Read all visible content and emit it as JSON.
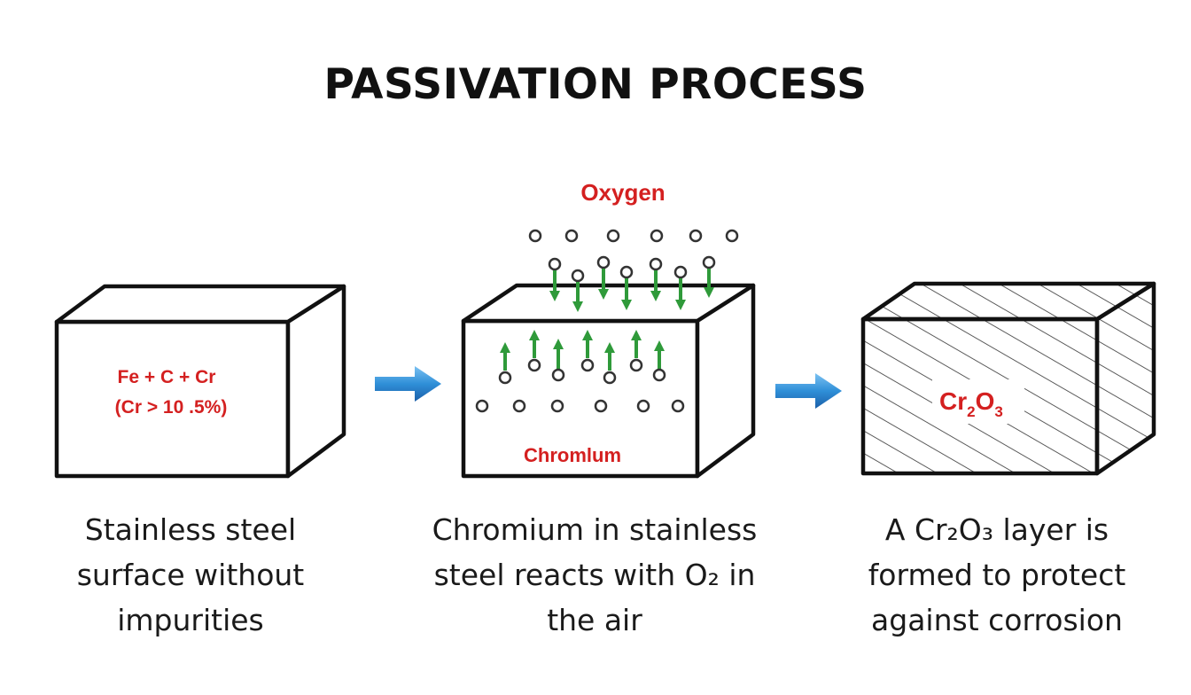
{
  "title": "PASSIVATION PROCESS",
  "colors": {
    "label_red": "#d42020",
    "arrow_blue": "#2f8fd8",
    "arrow_green": "#2f9a3a",
    "outline": "#111111"
  },
  "stage1": {
    "line1": "Fe + C + Cr",
    "line2": "(Cr > 10 .5%)",
    "caption": [
      "Stainless steel",
      "surface without",
      "impurities"
    ]
  },
  "stage2": {
    "top_label": "Oxygen",
    "bottom_label": "Chromlum",
    "caption": [
      "Chromium in stainless",
      "steel reacts with O₂ in",
      "the air"
    ]
  },
  "stage3": {
    "formula_base1": "Cr",
    "formula_sub1": "2",
    "formula_base2": "O",
    "formula_sub2": "3",
    "caption": [
      "A Cr₂O₃ layer is",
      "formed to protect",
      "against corrosion"
    ]
  },
  "icons": [
    "right-arrow-icon",
    "up-arrow-icon",
    "down-arrow-icon",
    "molecule-icon"
  ]
}
